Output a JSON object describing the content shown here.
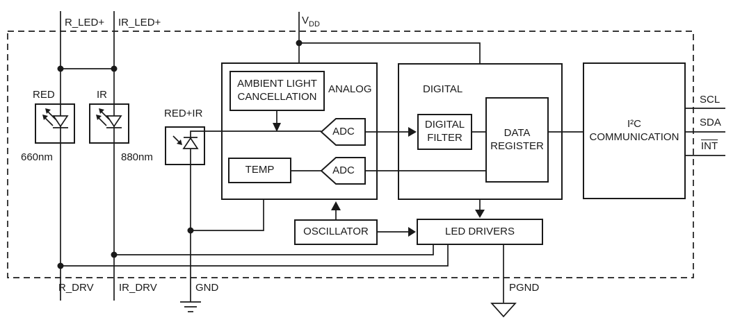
{
  "pins": {
    "r_led_plus": "R_LED+",
    "ir_led_plus": "IR_LED+",
    "vdd_letter": "V",
    "vdd_subscript": "DD",
    "scl": "SCL",
    "sda": "SDA",
    "int": "INT",
    "r_drv": "R_DRV",
    "ir_drv": "IR_DRV",
    "gnd": "GND",
    "pgnd": "PGND"
  },
  "emitters": {
    "red_label": "RED",
    "red_wavelength": "660nm",
    "ir_label": "IR",
    "ir_wavelength": "880nm"
  },
  "detector": {
    "label": "RED+IR"
  },
  "blocks": {
    "analog": "ANALOG",
    "ambient_light_cancellation": "AMBIENT LIGHT CANCELLATION",
    "temp": "TEMP",
    "adc_top": "ADC",
    "adc_bottom": "ADC",
    "digital": "DIGITAL",
    "digital_filter": "DIGITAL FILTER",
    "data_register": "DATA REGISTER",
    "i2c_line1": "I²C",
    "i2c_line2": "COMMUNICATION",
    "oscillator": "OSCILLATOR",
    "led_drivers": "LED DRIVERS"
  },
  "colors": {
    "line": "#1a1a1a",
    "background": "#ffffff"
  }
}
